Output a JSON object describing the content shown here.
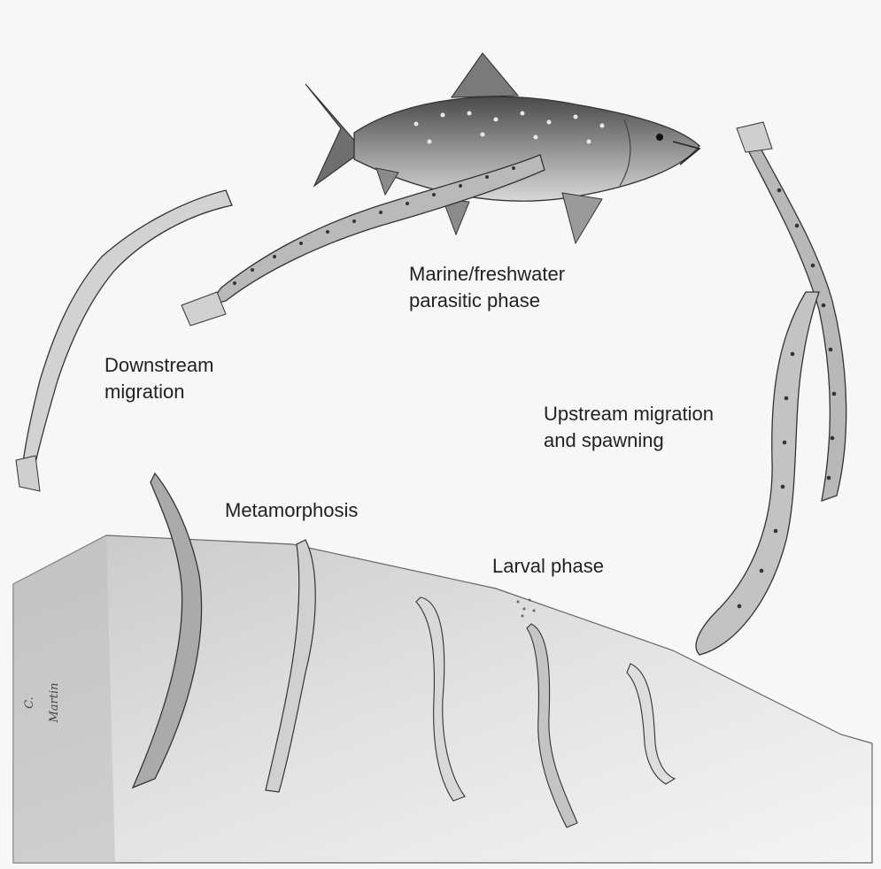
{
  "labels": {
    "parasitic": [
      "Marine/freshwater",
      "parasitic phase"
    ],
    "downstream": [
      "Downstream",
      "migration"
    ],
    "upstream": [
      "Upstream migration",
      "and spawning"
    ],
    "metamorphosis": "Metamorphosis",
    "larval": "Larval phase"
  },
  "signature": "C. Martin",
  "colors": {
    "paper": "#f7f7f7",
    "ink": "#222222",
    "lamprey_fill": "#cfcfcf",
    "sediment": "#d6d6d6",
    "fish_body": "#8a8a8a"
  }
}
